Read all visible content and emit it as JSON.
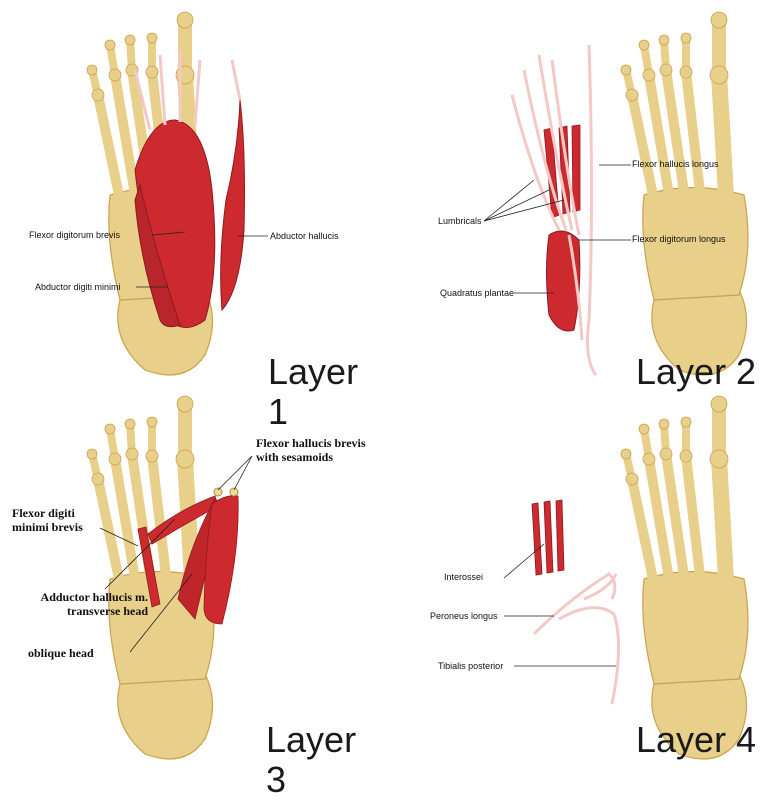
{
  "panels": [
    {
      "title": "Layer 1",
      "labels": {
        "fdb": "Flexor digitorum brevis",
        "ah": "Abductor hallucis",
        "adm": "Abductor digiti minimi"
      }
    },
    {
      "title": "Layer 2",
      "labels": {
        "fhl": "Flexor hallucis longus",
        "lumb": "Lumbricals",
        "fdl": "Flexor digitorum longus",
        "qp": "Quadratus plantae"
      }
    },
    {
      "title": "Layer 3",
      "labels": {
        "fhb": "Flexor hallucis brevis with sesamoids",
        "fdmb": "Flexor digiti minimi brevis",
        "aht": "Adductor hallucis m. transverse head",
        "oh": "oblique head"
      }
    },
    {
      "title": "Layer 4",
      "labels": {
        "inter": "Interossei",
        "pl": "Peroneus longus",
        "tp": "Tibialis posterior"
      }
    }
  ],
  "colors": {
    "bone": "#e8cf8a",
    "bone_shade": "#c9a14f",
    "muscle": "#cc2a2f",
    "tendon": "#f3c9c6"
  }
}
